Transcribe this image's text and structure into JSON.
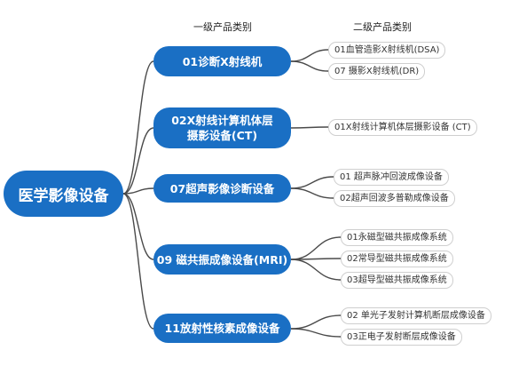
{
  "headers": {
    "level1": "一级产品类别",
    "level2": "二级产品类别"
  },
  "root": {
    "label": "医学影像设备"
  },
  "categories": [
    {
      "label": "01诊断X射线机",
      "subs": [
        "01血管造影X射线机(DSA)",
        "07 摄影X射线机(DR)"
      ]
    },
    {
      "label": "02X射线计算机体层 摄影设备(CT)",
      "subs": [
        "01X射线计算机体层摄影设备 (CT)"
      ]
    },
    {
      "label": "07超声影像诊断设备",
      "subs": [
        "01 超声脉冲回波成像设备",
        "02超声回波多普勒成像设备"
      ]
    },
    {
      "label": "09 磁共振成像设备(MRI)",
      "subs": [
        "01永磁型磁共振成像系统",
        "02常导型磁共振成像系统",
        "03超导型磁共振成像系统"
      ]
    },
    {
      "label": "11放射性核素成像设备",
      "subs": [
        "02 单光子发射计算机断层成像设备",
        "03正电子发射断层成像设备"
      ]
    }
  ],
  "colors": {
    "node_fill": "#1a6fc4",
    "node_text": "#ffffff",
    "link": "#4a4a4a",
    "sub_border": "#cfcfcf"
  }
}
